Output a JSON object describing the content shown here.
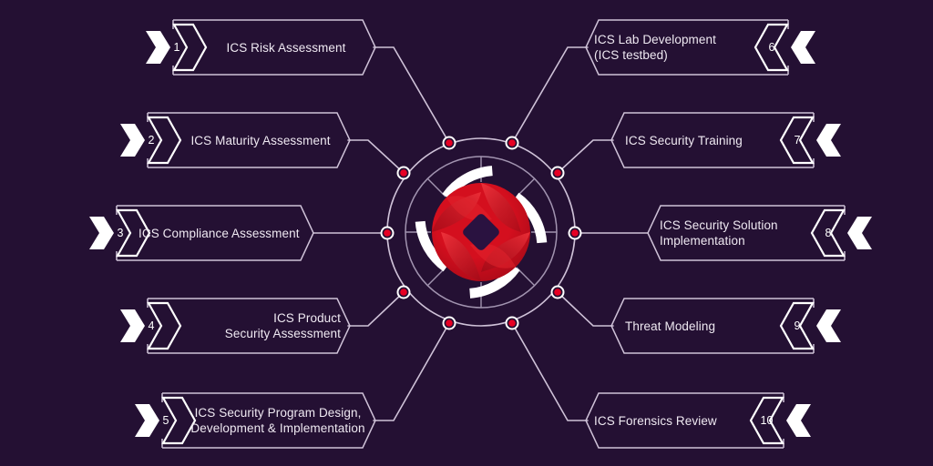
{
  "diagram": {
    "title": "ICS Security Services Wheel",
    "background_color": "#241033",
    "line_color": "#cfc2d8",
    "text_color": "#efe9f2",
    "node_color": "#e60023",
    "accent_color": "#d8102a",
    "hub": {
      "name": "ics-security-hub",
      "core_color": "#d41020",
      "core_center_color": "#2a1240",
      "ring_segment_color": "#ffffff"
    },
    "items": [
      {
        "number": "1",
        "label": "ICS Risk Assessment",
        "side": "left",
        "align": "center",
        "lines": 1
      },
      {
        "number": "2",
        "label": "ICS Maturity Assessment",
        "side": "left",
        "align": "center",
        "lines": 1
      },
      {
        "number": "3",
        "label": "ICS Compliance Assessment",
        "side": "left",
        "align": "left",
        "lines": 1
      },
      {
        "number": "4",
        "label": "ICS Product\nSecurity Assessment",
        "side": "left",
        "align": "right",
        "lines": 2
      },
      {
        "number": "5",
        "label": "ICS Security Program Design,\nDevelopment & Implementation",
        "side": "left",
        "align": "center",
        "lines": 2
      },
      {
        "number": "6",
        "label": "ICS Lab Development\n(ICS testbed)",
        "side": "right",
        "align": "left",
        "lines": 2
      },
      {
        "number": "7",
        "label": "ICS Security Training",
        "side": "right",
        "align": "left",
        "lines": 1
      },
      {
        "number": "8",
        "label": "ICS Security Solution\nImplementation",
        "side": "right",
        "align": "left",
        "lines": 2
      },
      {
        "number": "9",
        "label": "Threat Modeling",
        "side": "right",
        "align": "left",
        "lines": 1
      },
      {
        "number": "10",
        "label": "ICS Forensics Review",
        "side": "right",
        "align": "left",
        "lines": 1
      }
    ]
  }
}
